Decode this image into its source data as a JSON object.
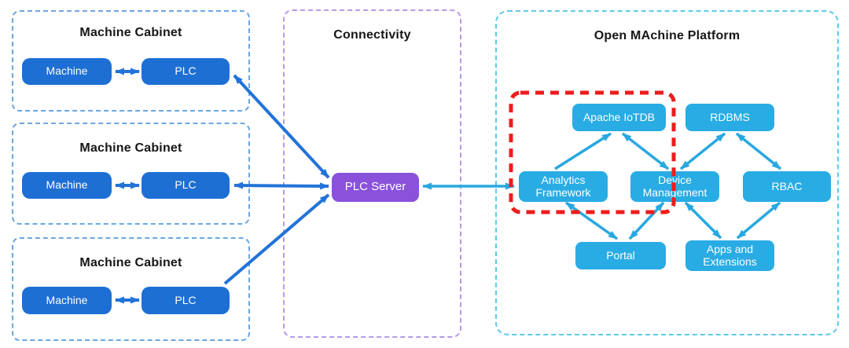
{
  "colors": {
    "cabinet_box": "#1e6fd4",
    "cabinet_border": "#6aa7e0",
    "connectivity_border": "#b49ae6",
    "server_box": "#8a52db",
    "platform_border": "#5fc8ed",
    "platform_box": "#29ace4",
    "blue_arrow": "#2273d8",
    "cyan_arrow": "#29a8e0",
    "highlight_red": "#ee1c1c"
  },
  "cabinets": [
    {
      "title": "Machine Cabinet",
      "machine": "Machine",
      "plc": "PLC"
    },
    {
      "title": "Machine Cabinet",
      "machine": "Machine",
      "plc": "PLC"
    },
    {
      "title": "Machine Cabinet",
      "machine": "Machine",
      "plc": "PLC"
    }
  ],
  "connectivity": {
    "title": "Connectivity",
    "server": "PLC Server"
  },
  "platform": {
    "title": "Open MAchine Platform",
    "nodes": {
      "iotdb": "Apache IoTDB",
      "rdbms": "RDBMS",
      "analytics": "Analytics Framework",
      "device": "Device Management",
      "rbac": "RBAC",
      "portal": "Portal",
      "apps": "Apps and Extensions"
    }
  }
}
